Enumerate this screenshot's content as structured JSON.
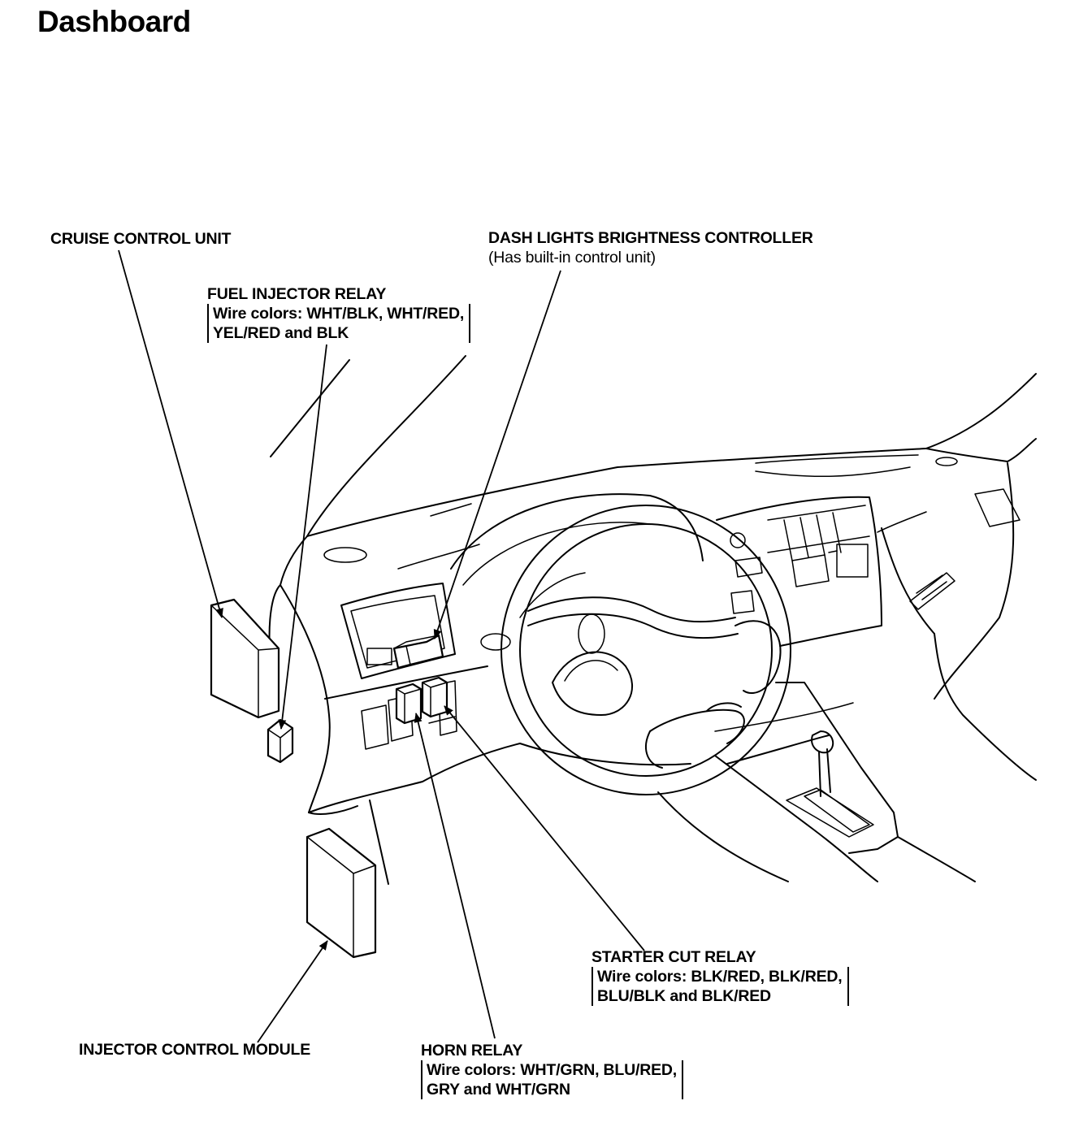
{
  "page": {
    "title": "Dashboard"
  },
  "labels": {
    "cruise_control": {
      "name": "CRUISE CONTROL UNIT"
    },
    "dash_lights": {
      "name": "DASH LIGHTS BRIGHTNESS CONTROLLER",
      "note": "(Has built-in control unit)"
    },
    "fuel_injector_relay": {
      "name": "FUEL INJECTOR RELAY",
      "wires_1": "Wire colors: WHT/BLK, WHT/RED,",
      "wires_2": "YEL/RED and BLK"
    },
    "starter_cut_relay": {
      "name": "STARTER CUT RELAY",
      "wires_1": "Wire colors: BLK/RED, BLK/RED,",
      "wires_2": "BLU/BLK and BLK/RED"
    },
    "injector_control_module": {
      "name": "INJECTOR CONTROL MODULE"
    },
    "horn_relay": {
      "name": "HORN RELAY",
      "wires_1": "Wire colors: WHT/GRN, BLU/RED,",
      "wires_2": "GRY and WHT/GRN"
    }
  }
}
